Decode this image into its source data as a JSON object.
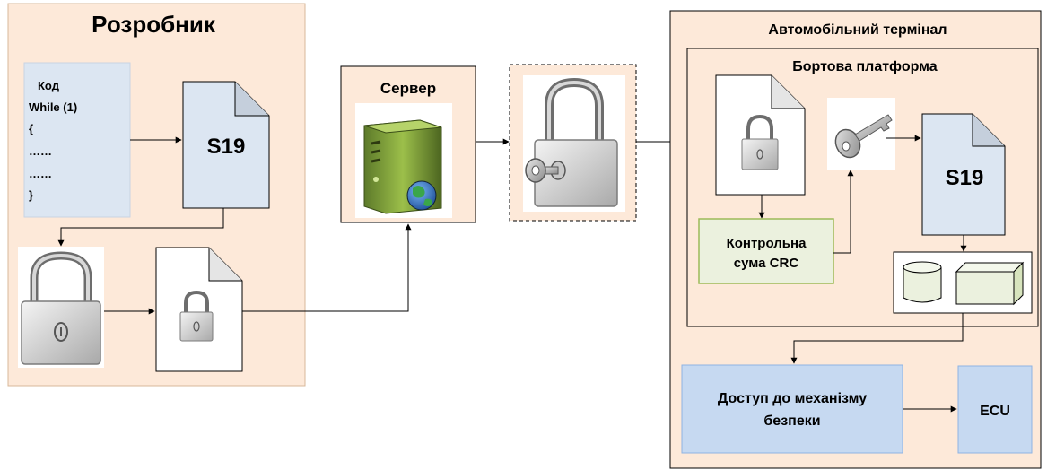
{
  "developer": {
    "title": "Розробник",
    "code_lines": [
      "Код",
      "While (1)",
      "{",
      "……",
      "……",
      "}"
    ],
    "s19_label": "S19"
  },
  "server": {
    "title": "Сервер"
  },
  "terminal": {
    "title": "Автомобільний термінал",
    "platform_title": "Бортова платформа",
    "crc_label_line1": "Контрольна",
    "crc_label_line2": "сума CRC",
    "s19_label": "S19",
    "security_access_line1": "Доступ до механізму",
    "security_access_line2": "безпеки",
    "ecu_label": "ECU"
  },
  "colors": {
    "panel_fill": "#fde9d9",
    "panel_border": "#c0a080",
    "code_fill": "#dce6f2",
    "doc_blue": "#dce6f2",
    "crc_fill": "#ebf1de",
    "crc_border": "#9bbb59",
    "security_fill": "#c6d9f1",
    "ecu_fill": "#c6d9f1"
  }
}
